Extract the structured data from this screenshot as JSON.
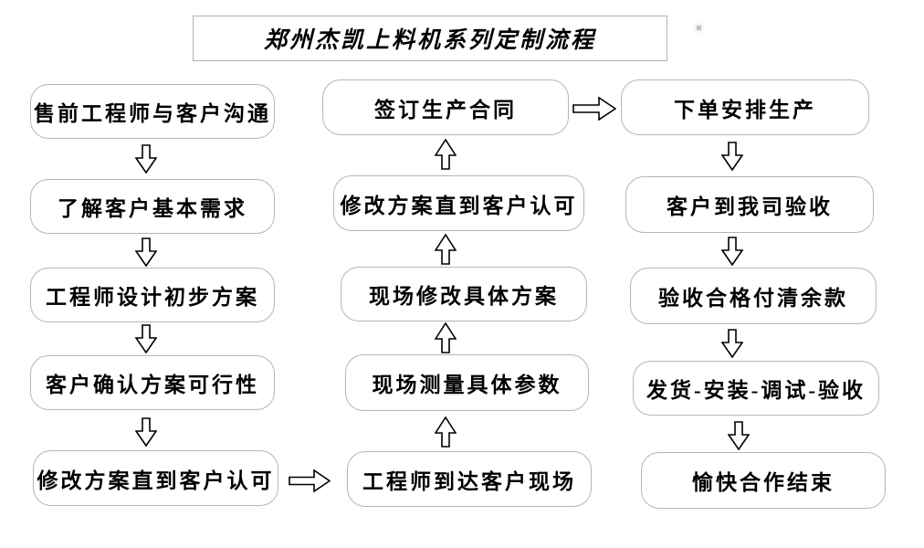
{
  "title": "郑州杰凯上料机系列定制流程",
  "flow": {
    "left": [
      {
        "label": "售前工程师与客户沟通"
      },
      {
        "label": "了解客户基本需求"
      },
      {
        "label": "工程师设计初步方案"
      },
      {
        "label": "客户确认方案可行性"
      },
      {
        "label": "修改方案直到客户认可"
      }
    ],
    "middle": [
      {
        "label": "签订生产合同"
      },
      {
        "label": "修改方案直到客户认可"
      },
      {
        "label": "现场修改具体方案"
      },
      {
        "label": "现场测量具体参数"
      },
      {
        "label": "工程师到达客户现场"
      }
    ],
    "right": [
      {
        "label": "下单安排生产"
      },
      {
        "label": "客户到我司验收"
      },
      {
        "label": "验收合格付清余款"
      },
      {
        "label": "发货-安装-调试-验收"
      },
      {
        "label": "愉快合作结束"
      }
    ]
  },
  "arrows": {
    "left_column_direction": "down",
    "middle_column_direction": "up",
    "right_column_direction": "down",
    "cross_links": [
      "修改方案直到客户认可(左) → 工程师到达客户现场",
      "签订生产合同 → 下单安排生产"
    ]
  },
  "colors": {
    "background": "#ffffff",
    "box_fill": "#ffffff",
    "box_border": "#b6b6b6",
    "text": "#000000",
    "arrow_fill": "#ffffff",
    "arrow_outline": "#000000"
  }
}
